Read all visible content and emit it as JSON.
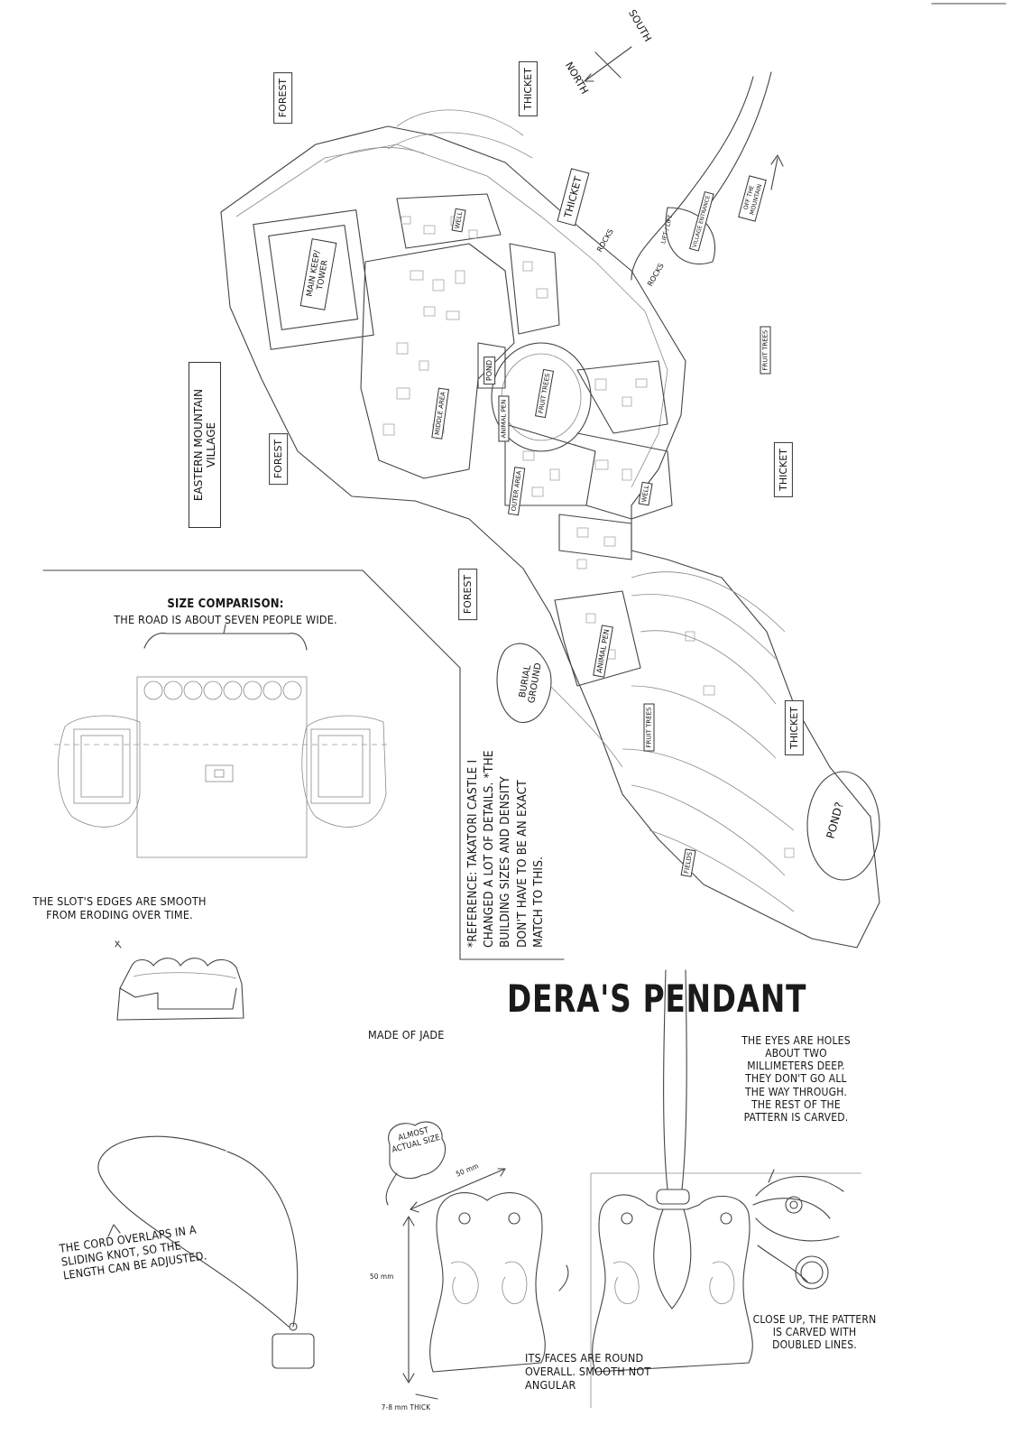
{
  "compass": {
    "south": "SOUTH",
    "north": "NORTH"
  },
  "map_labels": {
    "forest": "FOREST",
    "thicket": "THICKET",
    "eastern_mountain_village": "EASTERN MOUNTAIN VILLAGE",
    "main_keep": "MAIN KEEP/ TOWER",
    "middle_area": "MIDDLE AREA",
    "outer_area": "OUTER AREA",
    "pond": "POND",
    "pond_q": "POND?",
    "fruit_trees": "FRUIT TREES",
    "animal_pen": "ANIMAL PEN",
    "well": "WELL",
    "rocks": "ROCKS",
    "fields": "FIELDS",
    "burial_ground": "BURIAL GROUND",
    "off_mountain": "OFF THE MOUNTAIN",
    "lift": "LIFT / LIFT",
    "village_entrance": "VILLAGE ENTRANCE"
  },
  "notes": {
    "size_title": "SIZE COMPARISON:",
    "size_body": "THE ROAD IS ABOUT SEVEN PEOPLE WIDE.",
    "slot_edges": "THE SLOT'S EDGES ARE SMOOTH FROM ERODING OVER TIME.",
    "reference": "*REFERENCE: TAKATORI CASTLE I CHANGED A LOT OF DETAILS. *THE BUILDING SIZES AND DENSITY DON'T HAVE TO BE AN EXACT MATCH TO THIS."
  },
  "pendant": {
    "title": "DERA'S PENDANT",
    "made_of": "MADE OF JADE",
    "eyes_note": "THE EYES ARE HOLES ABOUT TWO MILLIMETERS DEEP. THEY DON'T GO ALL THE WAY THROUGH. THE REST OF THE PATTERN IS CARVED.",
    "almost_actual": "ALMOST ACTUAL SIZE",
    "dim_width": "50 mm",
    "dim_height": "50 mm",
    "thickness": "7-8 mm THICK",
    "cord_note": "THE CORD OVERLAPS IN A SLIDING KNOT, SO THE LENGTH CAN BE ADJUSTED.",
    "faces_note": "ITS FACES ARE ROUND OVERALL. SMOOTH NOT ANGULAR",
    "closeup_note": "CLOSE UP, THE PATTERN IS CARVED WITH DOUBLED LINES."
  }
}
